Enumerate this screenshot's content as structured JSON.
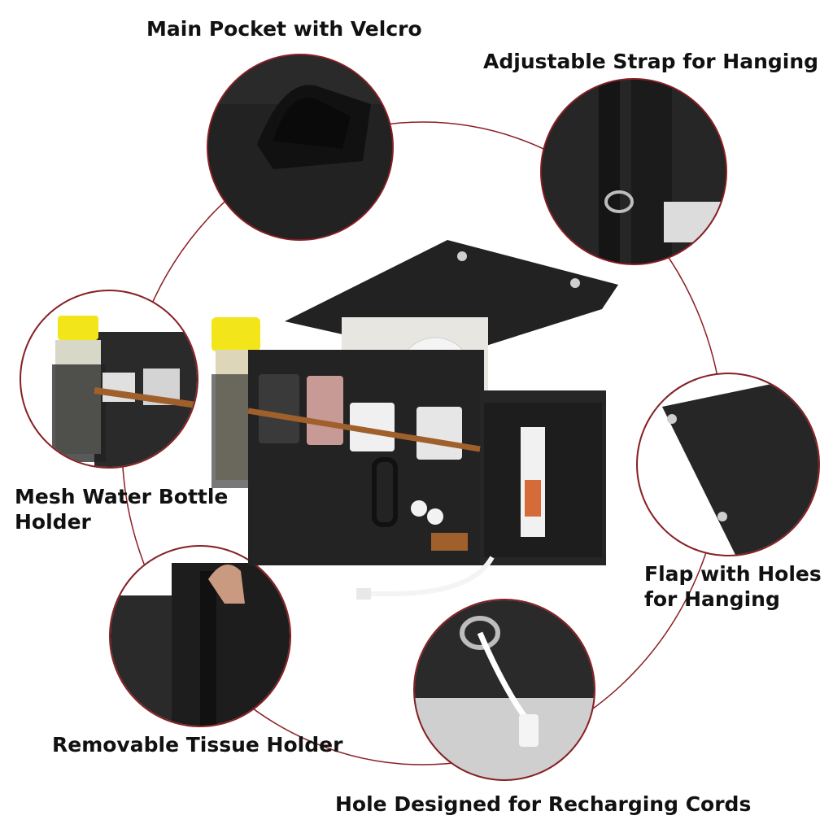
{
  "labels": {
    "main_pocket": "Main Pocket with Velcro",
    "strap": "Adjustable Strap for Hanging",
    "bottle_line1": "Mesh Water Bottle",
    "bottle_line2": "Holder",
    "flap_line1": "Flap with Holes",
    "flap_line2": "for Hanging",
    "tissue": "Removable Tissue Holder",
    "cord_hole": "Hole Designed for Recharging Cords"
  },
  "colors": {
    "felt": "#1f1f1f",
    "felt_light": "#2c2c2c",
    "accent_line": "#8a1f24",
    "leather": "#a0602c",
    "bottle_cap": "#f2e51a"
  }
}
